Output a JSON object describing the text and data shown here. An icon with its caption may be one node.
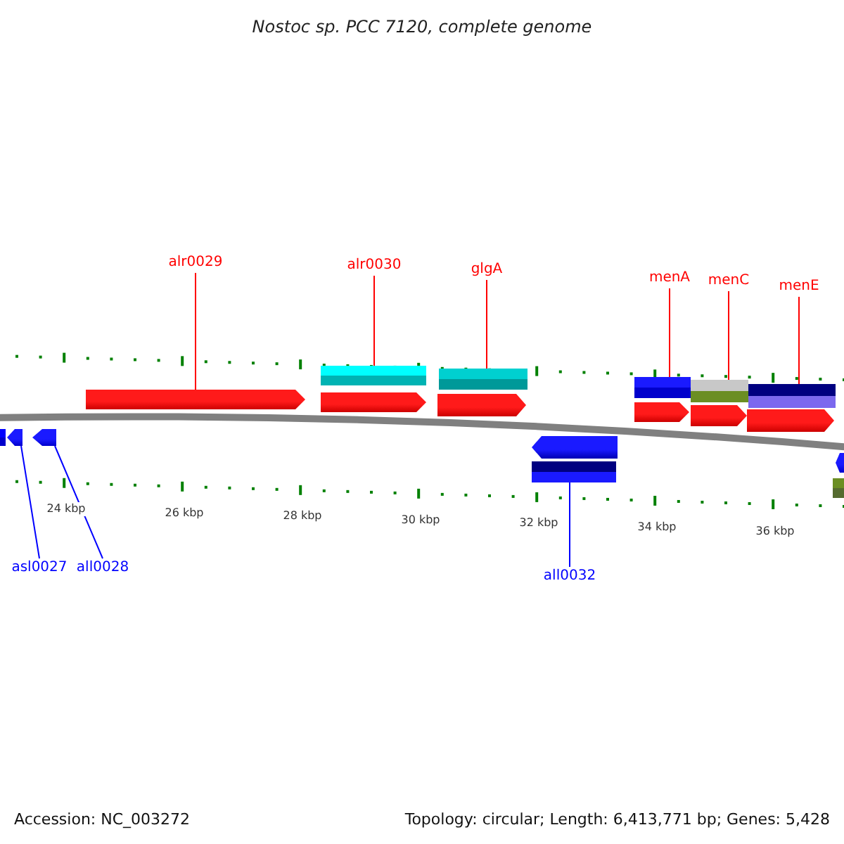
{
  "diagram": {
    "title": "Nostoc sp. PCC 7120, complete genome",
    "nodes": [
      {
        "text": [
          "alr0029"
        ]
      },
      {
        "text": [
          "alr0030"
        ]
      },
      {
        "text": [
          "glgA"
        ]
      },
      {
        "text": [
          "menA"
        ]
      },
      {
        "text": [
          "menC"
        ]
      },
      {
        "text": [
          "menE"
        ]
      },
      {
        "text": [
          "asl0027"
        ]
      },
      {
        "text": [
          "all0028"
        ]
      },
      {
        "text": [
          "all0032"
        ]
      },
      {
        "text": [],
        "shape": "bar"
      },
      {
        "text": [],
        "shape": "arrow"
      },
      {
        "text": [],
        "shape": "arrow"
      },
      {
        "text": [],
        "shape": "arrow"
      },
      {
        "text": [],
        "shape": "bar"
      },
      {
        "text": [],
        "shape": "arrow"
      },
      {
        "text": [],
        "shape": "bar"
      },
      {
        "text": [],
        "shape": "arrow"
      },
      {
        "text": [],
        "shape": "arrow"
      },
      {
        "text": [],
        "shape": "bar"
      },
      {
        "text": [],
        "shape": "bar"
      },
      {
        "text": [],
        "shape": "arrow"
      },
      {
        "text": [],
        "shape": "bar"
      },
      {
        "text": [],
        "shape": "arrow"
      },
      {
        "text": [],
        "shape": "bar"
      },
      {
        "text": [],
        "shape": "arrow"
      },
      {
        "text": [],
        "shape": "arrow"
      },
      {
        "text": [],
        "shape": "bar"
      }
    ],
    "edges": [
      {
        "from": 0,
        "to": 12,
        "arrow": "none"
      },
      {
        "from": 1,
        "to": 13,
        "arrow": "none"
      },
      {
        "from": 2,
        "to": 15,
        "arrow": "none"
      },
      {
        "from": 3,
        "to": 19,
        "arrow": "none"
      },
      {
        "from": 4,
        "to": 21,
        "arrow": "none"
      },
      {
        "from": 5,
        "to": 23,
        "arrow": "none"
      },
      {
        "from": 6,
        "to": 10,
        "arrow": "none",
        "color": "#0000ff"
      },
      {
        "from": 7,
        "to": 11,
        "arrow": "none",
        "color": "#0000ff"
      },
      {
        "from": 8,
        "to": 18,
        "arrow": "none",
        "color": "#0000ff"
      }
    ],
    "labels": [
      "24 kbp",
      "26 kbp",
      "28 kbp",
      "30 kbp",
      "32 kbp",
      "34 kbp",
      "36 kbp",
      "Accession: NC_003272",
      "Topology: circular; Length: 6,413,771 bp; Genes: 5,428"
    ]
  }
}
